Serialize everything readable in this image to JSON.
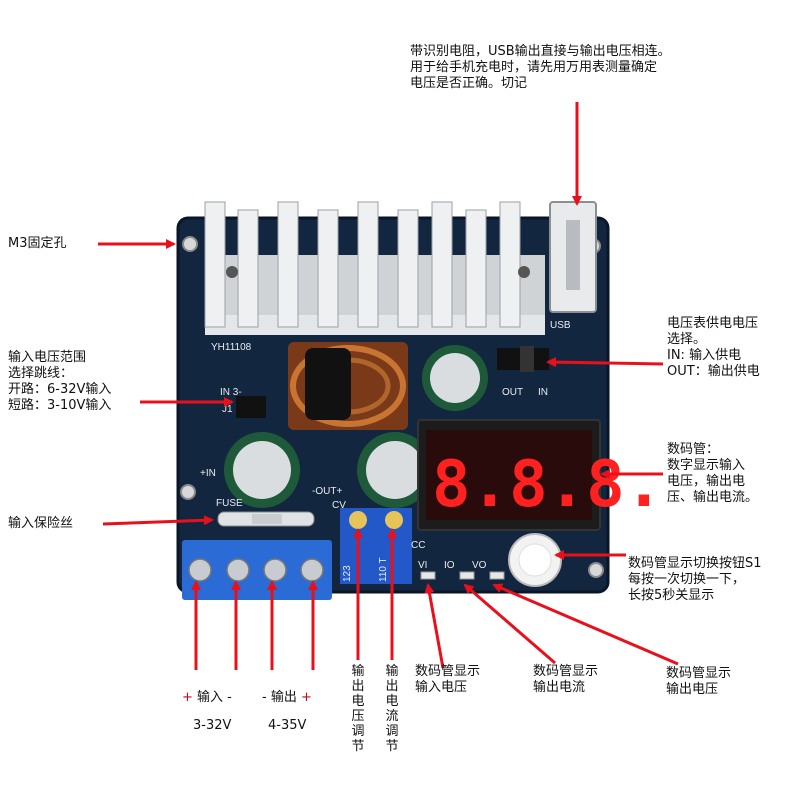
{
  "annotations": {
    "usb_note": [
      "带识别电阻，USB输出直接与输出电压相连。",
      "用于给手机充电时，请先用万用表测量确定",
      "电压是否正确。切记"
    ],
    "mount_hole": "M3固定孔",
    "input_range": [
      "输入电压范围",
      "选择跳线：",
      "开路：6-32V输入",
      "短路：3-10V输入"
    ],
    "fuse": "输入保险丝",
    "meter_power": [
      "电压表供电电压",
      "选择。",
      "IN:    输入供电",
      "OUT：输出供电"
    ],
    "display": [
      "数码管：",
      "数字显示输入",
      "电压，输出电",
      "压、输出电流。"
    ],
    "button": [
      "数码管显示切换按钮S1",
      "每按一次切换一下，",
      "长按5秒关显示"
    ],
    "led_vi": [
      "数码管显示",
      "输入电压"
    ],
    "led_io": [
      "数码管显示",
      "输出电流"
    ],
    "led_vo": [
      "数码管显示",
      "输出电压"
    ],
    "pot_cv": [
      "输",
      "出",
      "电",
      "压",
      "调",
      "节"
    ],
    "pot_cc": [
      "输",
      "出",
      "电",
      "流",
      "调",
      "节"
    ],
    "input_label": {
      "plus": "+",
      "text": "输入 -",
      "range": "3-32V"
    },
    "output_label": {
      "text": "- 输出",
      "plus": "+",
      "range": "4-35V"
    }
  },
  "board_silkscreen": {
    "model": "YH11108",
    "jumper_in": "IN 3-",
    "jumper_name": "J1",
    "usb": "USB",
    "out": "OUT",
    "in": "IN",
    "plus_in": "+IN",
    "out_minus_plus": "-OUT+",
    "cv": "CV",
    "cc": "CC",
    "fuse": "FUSE",
    "led_vi": "VI",
    "led_io": "IO",
    "led_vo": "VO",
    "pot1": "123",
    "pot2": "110 T"
  },
  "display_digits": "8.8.8.",
  "colors": {
    "pcb": "#13263f",
    "arrow": "#e8111b",
    "terminal": "#2b6bd6",
    "digit": "#ff2020"
  }
}
